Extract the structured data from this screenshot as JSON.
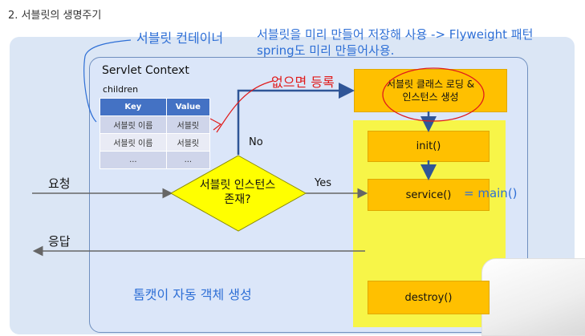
{
  "header": {
    "title": "2. 서블릿의 생명주기"
  },
  "annotations": {
    "servlet_container": "서블릿 컨테이너",
    "flyweight_line1": "서블릿을 미리 만들어 저장해 사용 -> Flyweight 패턴",
    "flyweight_line2": "spring도 미리 만들어사용.",
    "register_if_absent": "없으면 등록",
    "main_note": "= main()"
  },
  "context": {
    "title": "Servlet Context",
    "children_label": "children"
  },
  "table": {
    "headers": [
      "Key",
      "Value"
    ],
    "rows": [
      [
        "서블릿 이름",
        "서블릿"
      ],
      [
        "서블릿 이름",
        "서블릿"
      ],
      [
        "...",
        "..."
      ]
    ]
  },
  "flow": {
    "request": "요청",
    "response": "응답",
    "decision_line1": "서블릿 인스턴스",
    "decision_line2": "존재?",
    "no": "No",
    "yes": "Yes",
    "tomcat_note": "톰캣이 자동 객체 생성"
  },
  "lifecycle": {
    "load_line1": "서블릿 클래스 로딩 &",
    "load_line2": "인스턴스 생성",
    "init": "init()",
    "service": "service()",
    "destroy": "destroy()"
  },
  "colors": {
    "orange": "#ffc000",
    "yellow": "#f7f548",
    "diamond": "#ffff00",
    "table_header": "#4472c4",
    "annotation_blue": "#2e6fd6",
    "annotation_red": "#e01b1b"
  }
}
